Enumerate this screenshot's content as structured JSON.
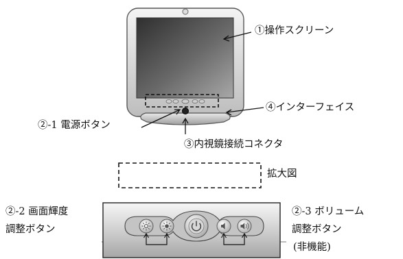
{
  "labels": {
    "screen": "①操作スクリーン",
    "power": "②-1 電源ボタン",
    "interface": "④インターフェイス",
    "connector": "③内視鏡接続コネクタ",
    "zoom": "拡大図",
    "brightness_line1": "②-2 画面輝度",
    "brightness_line2": "調整ボタン",
    "volume_line1": "②-3 ボリューム",
    "volume_line2": "調整ボタン",
    "volume_note": "(非機能)"
  },
  "colors": {
    "outline": "#1a1a1a",
    "screen_dark": "#3c3c3c",
    "screen_light": "#a4a4a4",
    "bezel": "#dcdcdc",
    "panel_light": "#f0f0f0",
    "panel_dark": "#9a9a9a"
  },
  "icons": [
    "power-icon",
    "brightness-down-icon",
    "brightness-up-icon",
    "volume-down-icon",
    "volume-up-icon"
  ]
}
